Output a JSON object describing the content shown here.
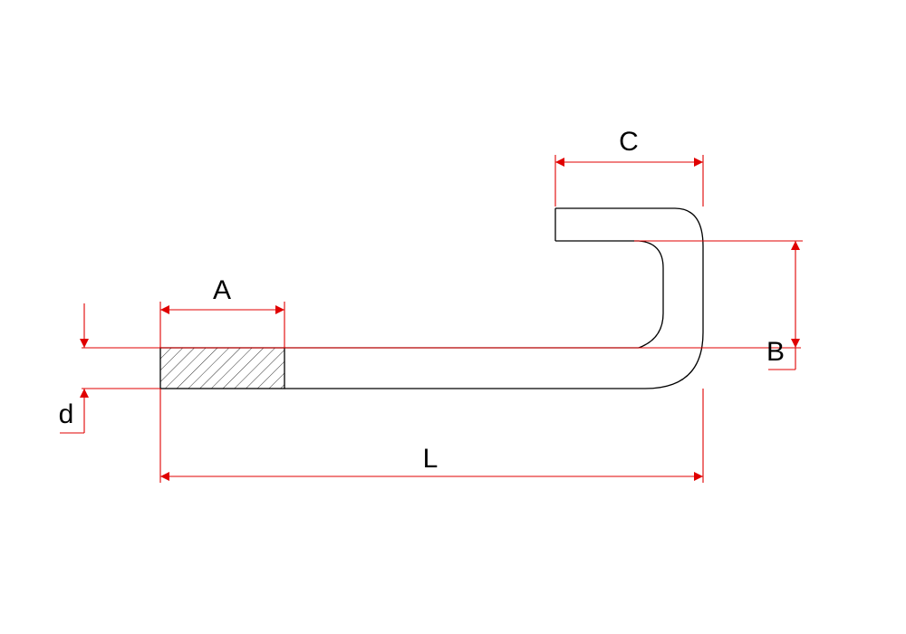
{
  "diagram": {
    "dimension_labels": {
      "a": "A",
      "b": "B",
      "c": "C",
      "d": "d",
      "l": "L"
    }
  },
  "colors": {
    "outline": "#000000",
    "dimension": "#e00000",
    "hatch": "#333333",
    "background": "#ffffff"
  }
}
